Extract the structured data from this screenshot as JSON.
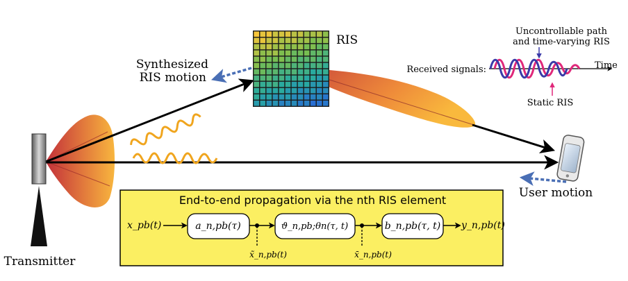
{
  "labels": {
    "transmitter": "Transmitter",
    "ris": "RIS",
    "synth_line1": "Synthesized",
    "synth_line2": "RIS motion",
    "user_motion": "User motion",
    "uncontrollable_line1": "Uncontrollable path",
    "uncontrollable_line2": "and time-varying RIS",
    "received_signals": "Received signals:",
    "time": "Time",
    "static_ris": "Static RIS"
  },
  "box": {
    "title": "End-to-end propagation via the nth RIS element",
    "input": "x_pb(t)",
    "block1": "a_n,pb(τ)",
    "block2": "ϑ_n,pb;θn(τ, t)",
    "block3": "b_n,pb(τ, t)",
    "output": "y_n,pb(t)",
    "tap1": "x̃_n,pb(t)",
    "tap2": "x̄_n,pb(t)"
  },
  "colors": {
    "panel_fill": "#fbef62",
    "beam_orange": "#f6b23c",
    "beam_red": "#c9483b",
    "wave_orange": "#f0a51e",
    "dashed_blue": "#4a6fb5",
    "signal_blue": "#3a3aa8",
    "signal_pink": "#e0287a"
  },
  "icons": [
    "transmitter-antenna-icon",
    "ris-panel-icon",
    "phone-icon"
  ]
}
